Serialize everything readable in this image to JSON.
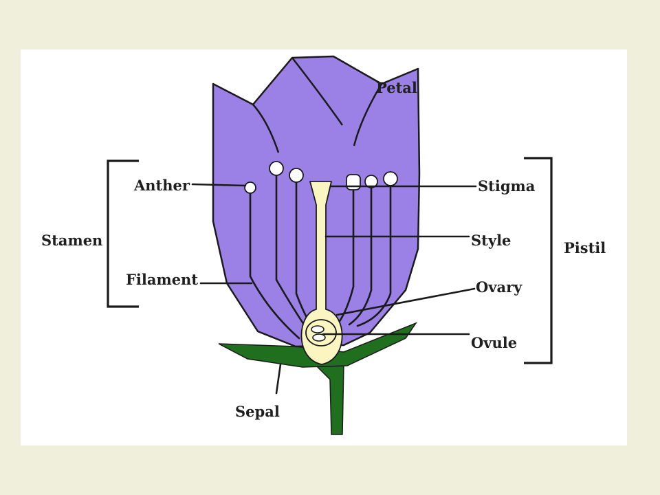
{
  "colors": {
    "page_background": "#efefdc",
    "panel_background": "#ffffff",
    "petal": "#9b80e6",
    "sepal": "#1f6f1f",
    "pistil": "#fbf5c2",
    "outline": "#1a1a1a"
  },
  "labels": {
    "petal": "Petal",
    "anther": "Anther",
    "stamen": "Stamen",
    "filament": "Filament",
    "stigma": "Stigma",
    "style": "Style",
    "pistil": "Pistil",
    "ovary": "Ovary",
    "ovule": "Ovule",
    "sepal": "Sepal"
  }
}
